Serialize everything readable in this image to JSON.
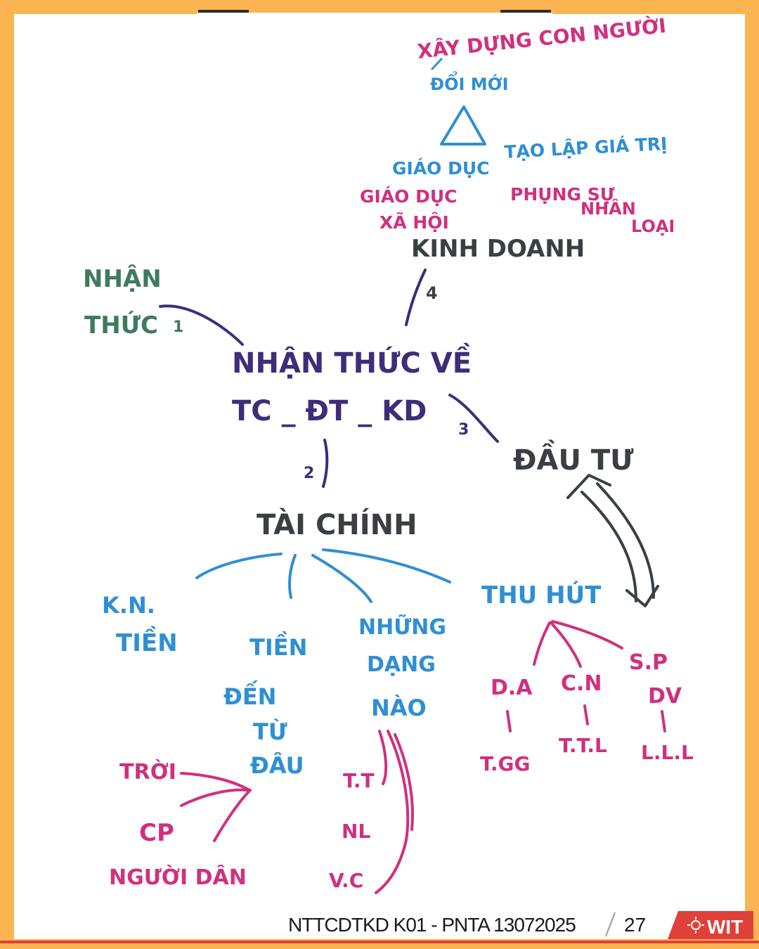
{
  "colors": {
    "frame": "#fbb451",
    "paper": "#ffffff",
    "green": "#3f7a5e",
    "purple": "#3d2d7a",
    "blue": "#2f8fd4",
    "magenta": "#d0307f",
    "dark": "#3a3f44",
    "brand_red": "#e0403a"
  },
  "mindmap": {
    "top_goal": "XÂY DỰNG CON NGƯỜI",
    "top_goal_2": "ĐỔI MỚI",
    "triangle": "△",
    "left_top": "GIÁO DỤC",
    "left_magenta": "GIÁO DỤC",
    "left_magenta_2": "XÃ HỘI",
    "right_top": "TẠO LẬP GIÁ TRỊ",
    "right_magenta": "PHỤNG SỰ",
    "right_magenta_2": "NHÂN",
    "right_magenta_3": "LOẠI",
    "branch4_label": "KINH DOANH",
    "branch4_num": "4",
    "nhan_thuc_1": "NHẬN",
    "nhan_thuc_2": "THỨC",
    "branch1_num": "1",
    "center_line1": "NHẬN THỨC VỀ",
    "center_line2": "TC _ ĐT _ KD",
    "branch3_num": "3",
    "dau_tu": "ĐẦU TƯ",
    "branch2_num": "2",
    "tai_chinh": "TÀI CHÍNH",
    "kn_tien_1": "K.N.",
    "kn_tien_2": "TIỀN",
    "tien_den_1": "TIỀN",
    "tien_den_2": "ĐẾN",
    "tien_den_3": "TỪ",
    "tien_den_4": "ĐÂU",
    "nhung_dang_1": "NHỮNG",
    "nhung_dang_2": "DẠNG",
    "nhung_dang_3": "NÀO",
    "thu_hut": "THU HÚT",
    "troi": "TRỜI",
    "cp": "CP",
    "nguoi_dan": "NGƯỜI DÂN",
    "tt": "T.T",
    "nl": "NL",
    "vc": "V.C",
    "da": "D.A",
    "cn": "C.N",
    "sp": "S.P",
    "dv": "DV",
    "tgg": "T.GG",
    "ttl": "T.T.L",
    "lll": "L.L.L"
  },
  "footer": {
    "course": "NTTCDTKD K01 - PNTA  13072025",
    "page_number": "27",
    "logo_text": "WIT"
  }
}
